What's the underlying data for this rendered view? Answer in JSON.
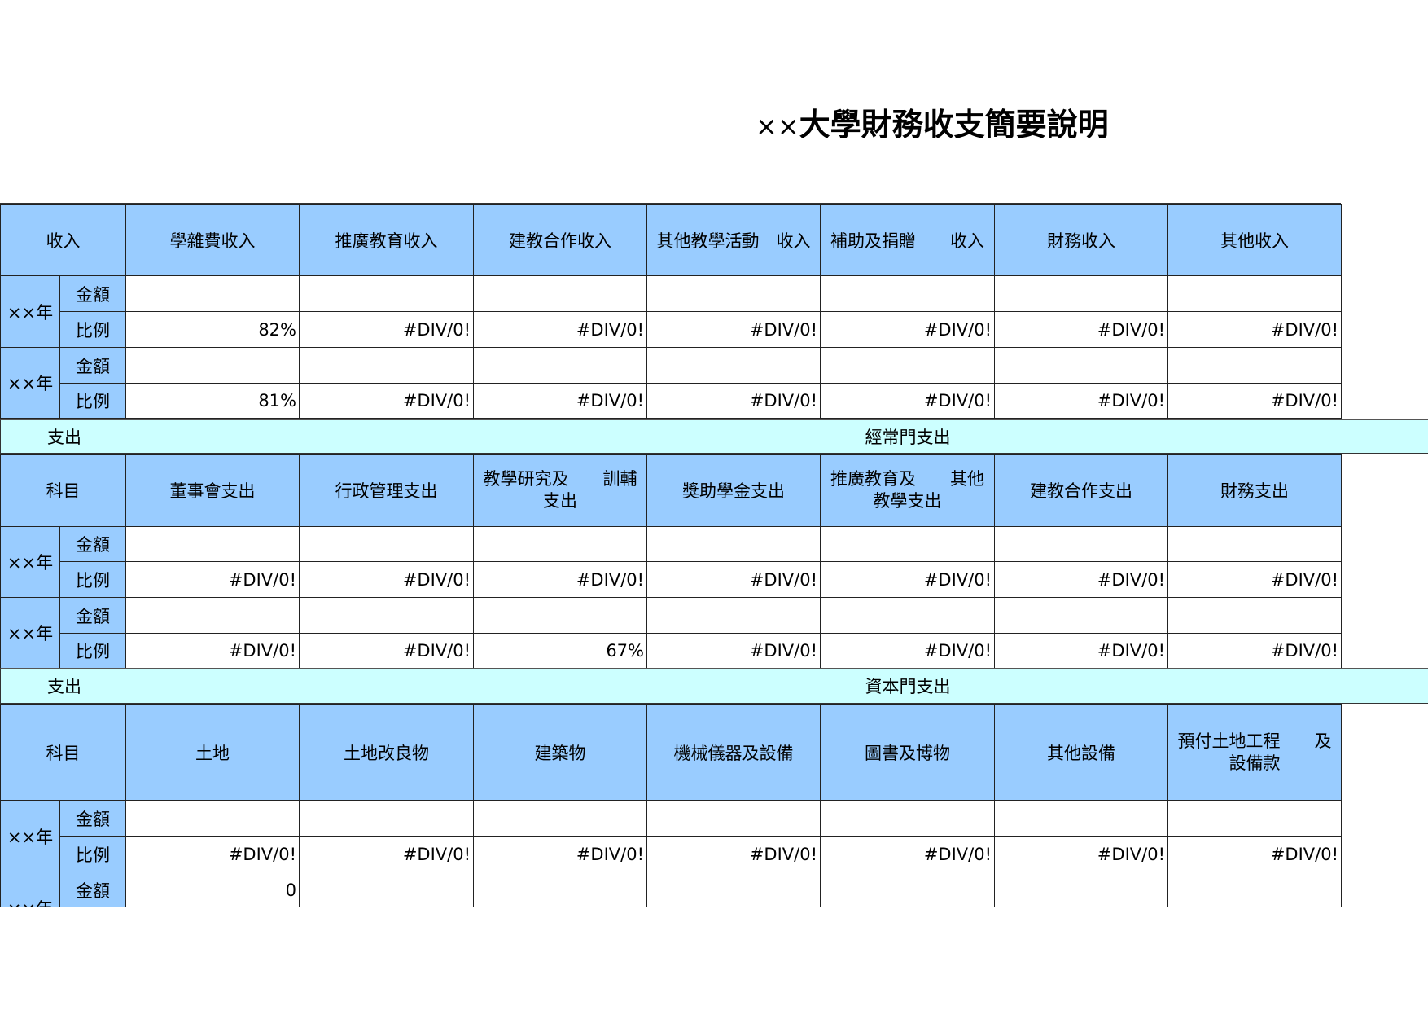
{
  "title": {
    "prefix": "××",
    "main": "大學財務收支簡要說明"
  },
  "income": {
    "corner": "收入",
    "columns": [
      "學雜費收入",
      "推廣教育收入",
      "建教合作收入",
      "其他教學活動　收入",
      "補助及捐贈　　收入",
      "財務收入",
      "其他收入"
    ],
    "years": [
      {
        "year": "××年",
        "amount_label": "金額",
        "ratio_label": "比例",
        "amounts": [
          "",
          "",
          "",
          "",
          "",
          "",
          ""
        ],
        "ratios": [
          "82%",
          "#DIV/0!",
          "#DIV/0!",
          "#DIV/0!",
          "#DIV/0!",
          "#DIV/0!",
          "#DIV/0!"
        ]
      },
      {
        "year": "××年",
        "amount_label": "金額",
        "ratio_label": "比例",
        "amounts": [
          "",
          "",
          "",
          "",
          "",
          "",
          ""
        ],
        "ratios": [
          "81%",
          "#DIV/0!",
          "#DIV/0!",
          "#DIV/0!",
          "#DIV/0!",
          "#DIV/0!",
          "#DIV/0!"
        ]
      }
    ]
  },
  "recurring": {
    "band_left": "支出",
    "band_title": "經常門支出",
    "corner": "科目",
    "columns": [
      "董事會支出",
      "行政管理支出",
      "教學研究及　　訓輔支出",
      "獎助學金支出",
      "推廣教育及　　其他教學支出",
      "建教合作支出",
      "財務支出"
    ],
    "years": [
      {
        "year": "××年",
        "amount_label": "金額",
        "ratio_label": "比例",
        "amounts": [
          "",
          "",
          "",
          "",
          "",
          "",
          ""
        ],
        "ratios": [
          "#DIV/0!",
          "#DIV/0!",
          "#DIV/0!",
          "#DIV/0!",
          "#DIV/0!",
          "#DIV/0!",
          "#DIV/0!"
        ]
      },
      {
        "year": "××年",
        "amount_label": "金額",
        "ratio_label": "比例",
        "amounts": [
          "",
          "",
          "",
          "",
          "",
          "",
          ""
        ],
        "ratios": [
          "#DIV/0!",
          "#DIV/0!",
          "67%",
          "#DIV/0!",
          "#DIV/0!",
          "#DIV/0!",
          "#DIV/0!"
        ]
      }
    ]
  },
  "capital": {
    "band_left": "支出",
    "band_title": "資本門支出",
    "corner": "科目",
    "columns": [
      "土地",
      "土地改良物",
      "建築物",
      "機械儀器及設備",
      "圖書及博物",
      "其他設備",
      "預付土地工程　　及設備款"
    ],
    "years": [
      {
        "year": "××年",
        "amount_label": "金額",
        "ratio_label": "比例",
        "amounts": [
          "",
          "",
          "",
          "",
          "",
          "",
          ""
        ],
        "ratios": [
          "#DIV/0!",
          "#DIV/0!",
          "#DIV/0!",
          "#DIV/0!",
          "#DIV/0!",
          "#DIV/0!",
          "#DIV/0!"
        ]
      },
      {
        "year": "××年",
        "amount_label": "金額",
        "amounts": [
          "0",
          "",
          "",
          "",
          "",
          "",
          ""
        ]
      }
    ]
  },
  "colors": {
    "header_fill": "#99ccff",
    "band_fill": "#ccffff",
    "border": "#222222"
  }
}
